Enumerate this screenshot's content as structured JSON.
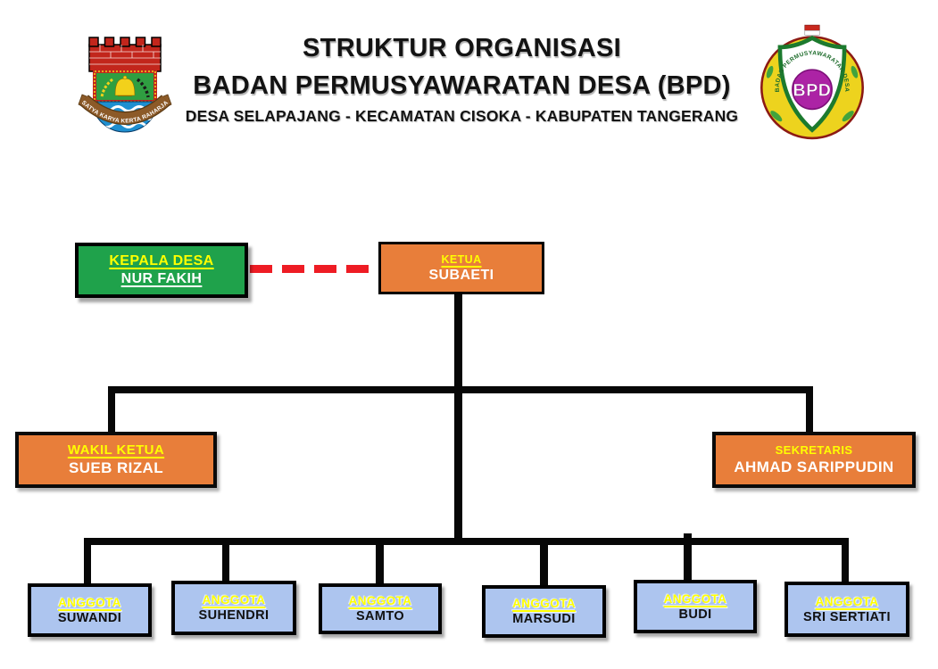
{
  "header": {
    "title_line1": "STRUKTUR ORGANISASI",
    "title_line2": "BADAN PERMUSYAWARATAN DESA (BPD)",
    "title_line3": "DESA SELAPAJANG - KECAMATAN CISOKA - KABUPATEN TANGERANG",
    "left_logo": {
      "name": "tangerang-regency-crest",
      "motto": "SATYA KARYA KERTA RAHARJA"
    },
    "right_logo": {
      "name": "bpd-logo",
      "ring_text": "BADAN PERMUSYAWARATAN DESA",
      "center_text": "BPD"
    }
  },
  "chart_data": {
    "type": "org-chart",
    "title": "STRUKTUR ORGANISASI BADAN PERMUSYAWARATAN DESA (BPD)",
    "nodes": {
      "kepala_desa": {
        "role": "KEPALA DESA",
        "name": "NUR FAKIH",
        "fill": "#1FA24B",
        "text_color": "#FFFFFF"
      },
      "ketua": {
        "role": "KETUA",
        "name": "SUBAETI",
        "fill": "#E87E3A",
        "text_color": "#FFFFFF"
      },
      "wakil_ketua": {
        "role": "WAKIL KETUA",
        "name": "SUEB RIZAL",
        "fill": "#E87E3A",
        "text_color": "#FFFFFF"
      },
      "sekretaris": {
        "role": "SEKRETARIS",
        "name": "AHMAD SARIPPUDIN",
        "fill": "#E87E3A",
        "text_color": "#FFFFFF"
      },
      "anggota": [
        {
          "role": "ANGGOTA",
          "name": "SUWANDI",
          "fill": "#ADC5EF",
          "text_color": "#111111"
        },
        {
          "role": "ANGGOTA",
          "name": "SUHENDRI",
          "fill": "#ADC5EF",
          "text_color": "#111111"
        },
        {
          "role": "ANGGOTA",
          "name": "SAMTO",
          "fill": "#ADC5EF",
          "text_color": "#111111"
        },
        {
          "role": "ANGGOTA",
          "name": "MARSUDI",
          "fill": "#ADC5EF",
          "text_color": "#111111"
        },
        {
          "role": "ANGGOTA",
          "name": "BUDI",
          "fill": "#ADC5EF",
          "text_color": "#111111"
        },
        {
          "role": "ANGGOTA",
          "name": "SRI SERTIATI",
          "fill": "#ADC5EF",
          "text_color": "#111111"
        }
      ]
    },
    "edges": [
      {
        "from": "KEPALA DESA",
        "to": "KETUA",
        "style": "dashed",
        "color": "#EE1C24"
      },
      {
        "from": "KETUA",
        "to": "WAKIL KETUA",
        "style": "solid",
        "color": "#000000"
      },
      {
        "from": "KETUA",
        "to": "SEKRETARIS",
        "style": "solid",
        "color": "#000000"
      },
      {
        "from": "KETUA",
        "to": "ANGGOTA: SUWANDI, SUHENDRI, SAMTO, MARSUDI, BUDI, SRI SERTIATI",
        "style": "solid",
        "color": "#000000"
      }
    ],
    "colors": {
      "leader_box": "#1FA24B",
      "officer_box": "#E87E3A",
      "member_box": "#ADC5EF",
      "connector": "#000000",
      "dashed_link": "#EE1C24",
      "role_text": "#FFFF00",
      "page_background": "#FFFFFF"
    }
  }
}
